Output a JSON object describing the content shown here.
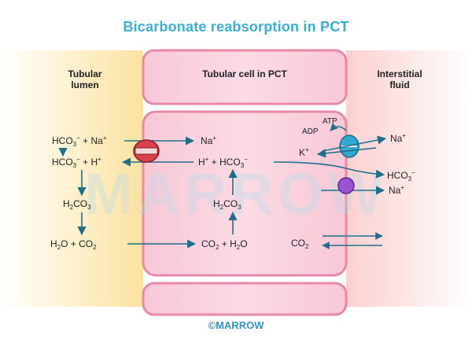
{
  "title": "Bicarbonate reabsorption in PCT",
  "footer": "©MARROW",
  "watermark": "MARROW",
  "colors": {
    "title": "#3aaed8",
    "arrow": "#1f6f8b",
    "cell_fill": "#f7c5d3",
    "cell_border": "#e88aa6",
    "lumen_tint": "#fbe7a8",
    "interstitial_tint": "#fbd3d3",
    "channel_red": "#d8434b",
    "pump_cyan": "#32a9cf",
    "cotransporter_purple": "#9a52d6"
  },
  "headers": {
    "lumen_line1": "Tubular",
    "lumen_line2": "lumen",
    "cell": "Tubular cell in PCT",
    "interstitial_line1": "Interstitial",
    "interstitial_line2": "fluid"
  },
  "lumen": {
    "hco3_na": {
      "base": "HCO",
      "sub": "3",
      "sup": "−",
      "rest": " + Na",
      "sup2": "+"
    },
    "hco3_h": {
      "base": "HCO",
      "sub": "3",
      "sup": "−",
      "rest": " + H",
      "sup2": "+"
    },
    "h2co3": {
      "a": "H",
      "sub1": "2",
      "b": "CO",
      "sub2": "3"
    },
    "h2o_co2": {
      "a": "H",
      "sub1": "2",
      "b": "O + CO",
      "sub2": "2"
    }
  },
  "cell": {
    "na": {
      "base": "Na",
      "sup": "+"
    },
    "h_hco3": {
      "base": "H",
      "sup": "+",
      "rest": " + HCO",
      "sub": "3",
      "sup2": "−"
    },
    "h2co3": {
      "a": "H",
      "sub1": "2",
      "b": "CO",
      "sub2": "3"
    },
    "co2_h2o": {
      "a": "CO",
      "sub1": "2",
      "b": " + H",
      "sub2": "2",
      "c": "O"
    }
  },
  "interstitial": {
    "atp": "ATP",
    "adp": "ADP",
    "na_out": {
      "base": "Na",
      "sup": "+"
    },
    "k_in": {
      "base": "K",
      "sup": "+"
    },
    "hco3_out": {
      "base": "HCO",
      "sub": "3",
      "sup": "−"
    },
    "na_cotransport": {
      "base": "Na",
      "sup": "+"
    },
    "co2": {
      "base": "CO",
      "sub": "2"
    }
  }
}
